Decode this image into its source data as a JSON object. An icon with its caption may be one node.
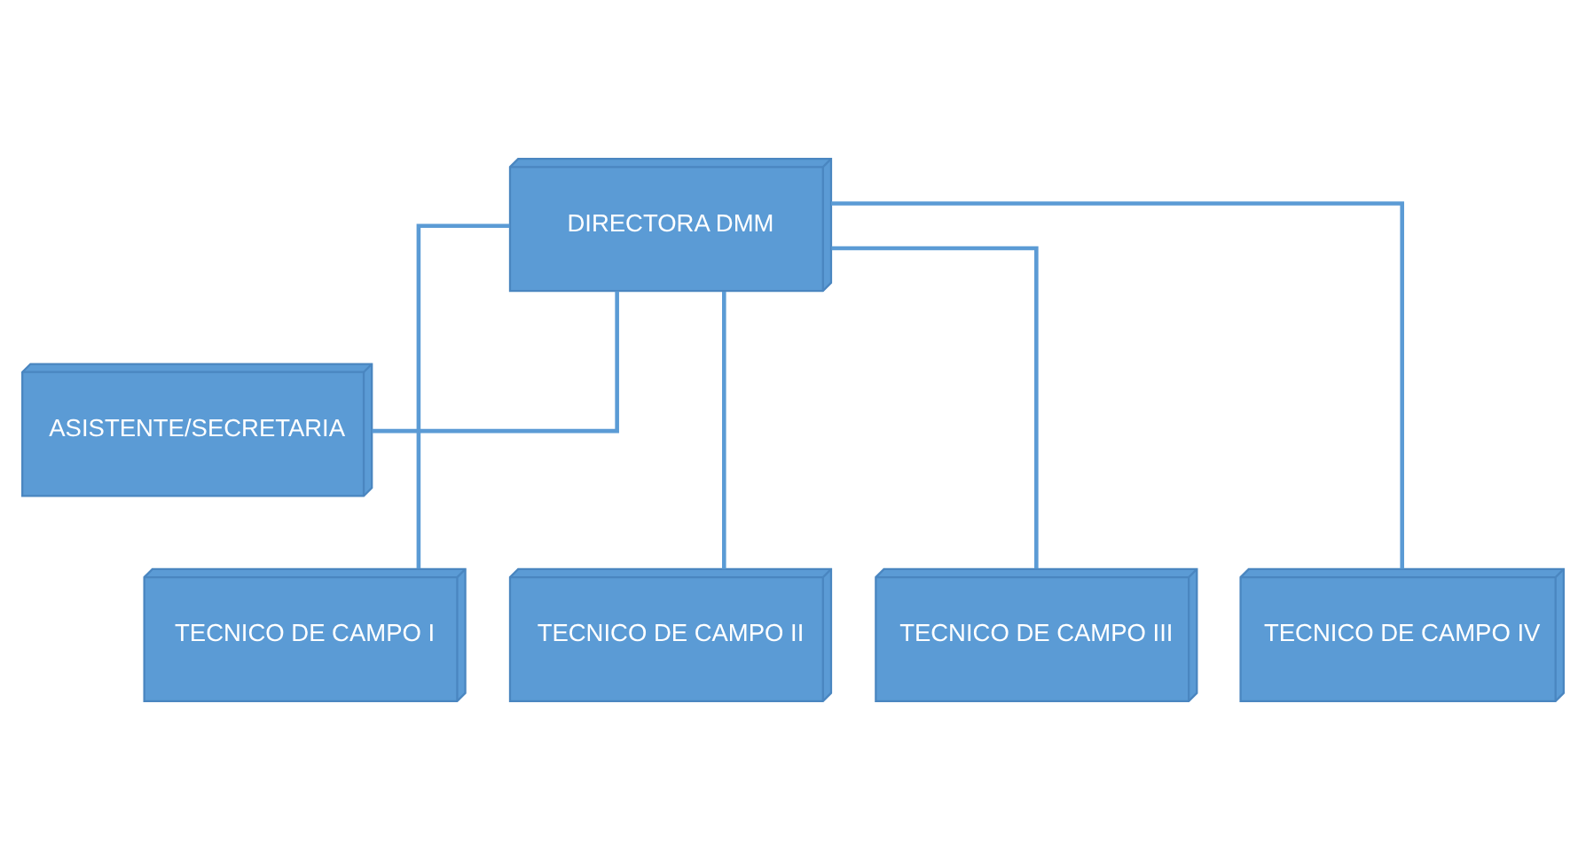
{
  "diagram": {
    "nodes": [
      {
        "text": [
          "DIRECTORA DMM"
        ]
      },
      {
        "text": [
          "ASISTENTE/SECRETARIA"
        ]
      },
      {
        "text": [
          "TECNICO DE CAMPO I"
        ]
      },
      {
        "text": [
          "TECNICO DE CAMPO II"
        ]
      },
      {
        "text": [
          "TECNICO DE CAMPO III"
        ]
      },
      {
        "text": [
          "TECNICO DE CAMPO IV"
        ]
      }
    ],
    "edges": [
      {
        "from": 0,
        "to": 1,
        "arrow": "none"
      },
      {
        "from": 0,
        "to": 2,
        "arrow": "none"
      },
      {
        "from": 0,
        "to": 3,
        "arrow": "none"
      },
      {
        "from": 0,
        "to": 4,
        "arrow": "none"
      },
      {
        "from": 0,
        "to": 5,
        "arrow": "none"
      }
    ]
  }
}
